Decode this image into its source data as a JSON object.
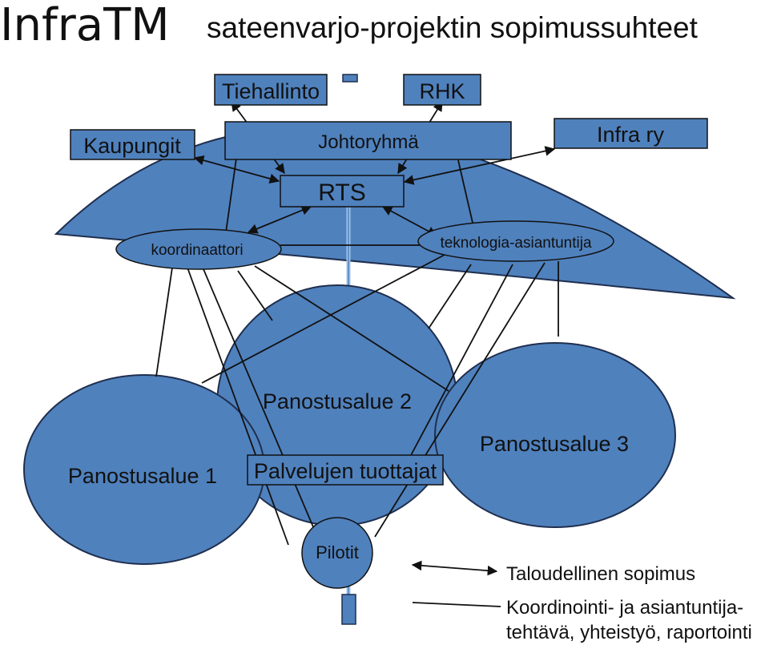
{
  "title": {
    "main": "InfraTM",
    "subtitle": "sateenvarjo-projektin sopimussuhteet"
  },
  "colors": {
    "fill": "#4f81bd",
    "stroke": "#1f2f4f",
    "line": "#111111",
    "accent_line": "#9fc2e8"
  },
  "boxes": {
    "tiehallinto": "Tiehallinto",
    "rhk": "RHK",
    "kaupungit": "Kaupungit",
    "johtoryhma": "Johtoryhmä",
    "infra_ry": "Infra ry",
    "rts": "RTS",
    "palvelujen_tuottajat": "Palvelujen tuottajat"
  },
  "ovals": {
    "koordinaattori": "koordinaattori",
    "teknologia": "teknologia-asiantuntija",
    "pilotit": "Pilotit"
  },
  "regions": {
    "panostusalue_1": "Panostusalue 1",
    "panostusalue_2": "Panostusalue 2",
    "panostusalue_3": "Panostusalue 3"
  },
  "legend": {
    "financial": "Taloudellinen sopimus",
    "coordination_line1": "Koordinointi- ja asiantuntija-",
    "coordination_line2": "tehtävä, yhteistyö, raportointi"
  }
}
